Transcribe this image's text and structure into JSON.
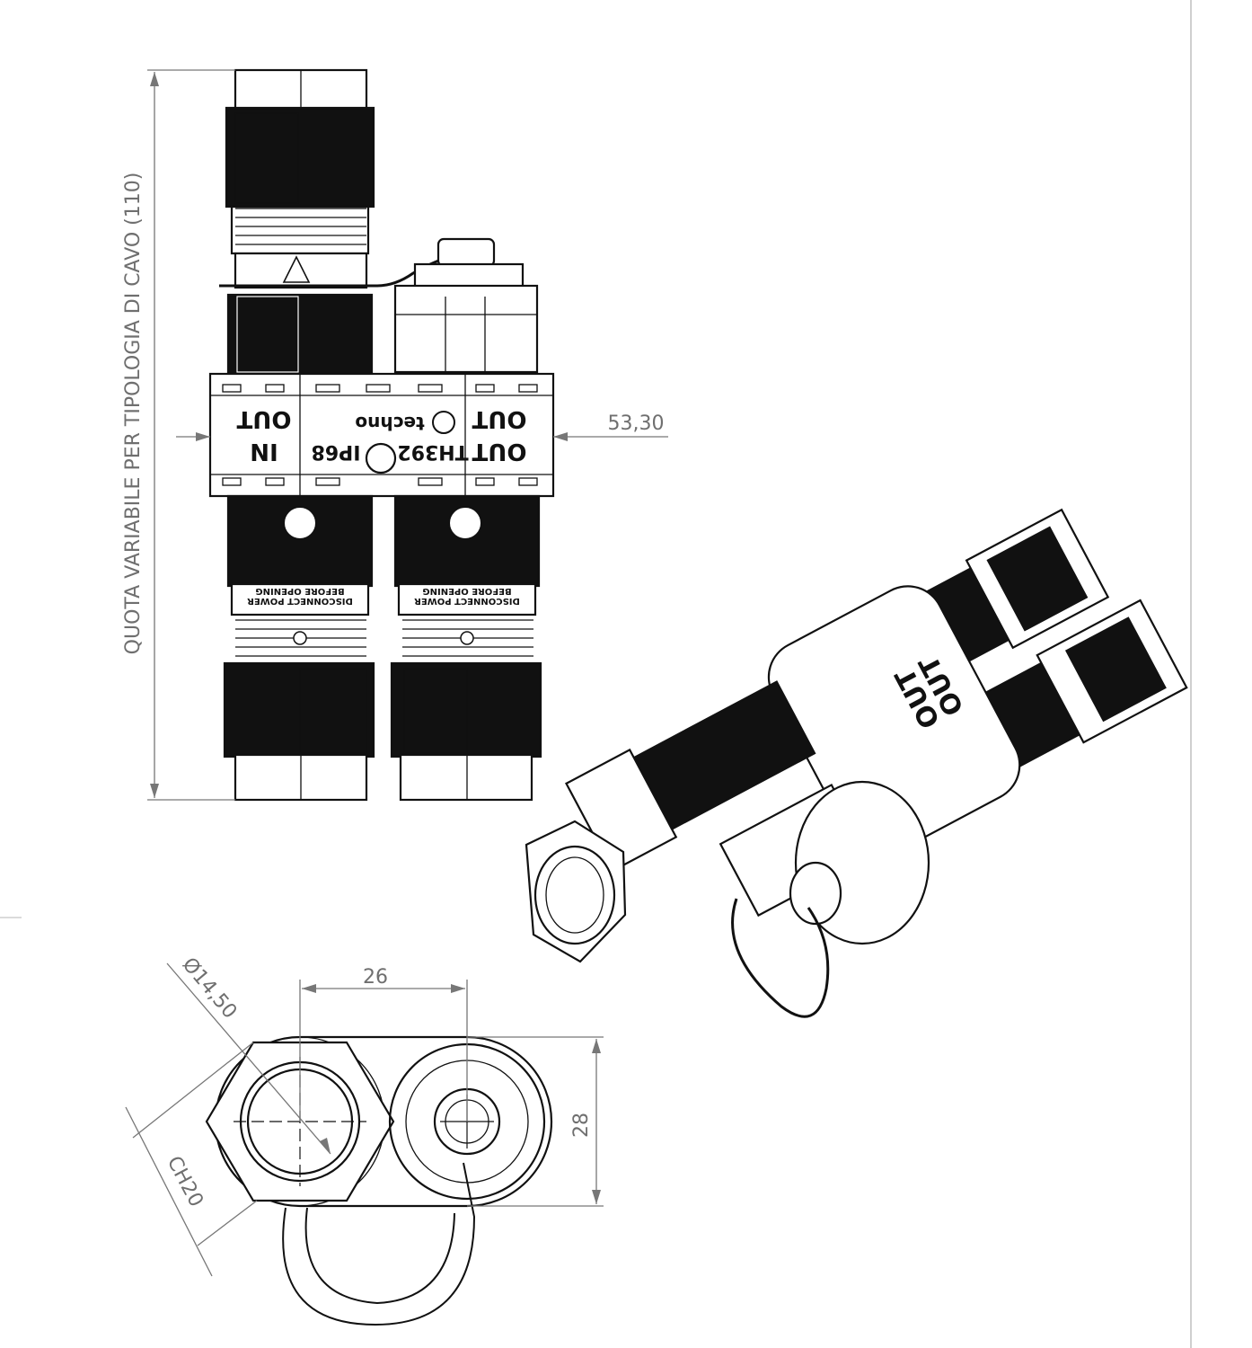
{
  "dimensions": {
    "height_note": "QUOTA VARIABILE PER TIPOLOGIA DI CAVO (110)",
    "width_body": "53,30",
    "spacing": "26",
    "diameter": "Ø14,50",
    "height_end": "28",
    "hex_size": "CH20"
  },
  "body_markings": {
    "port_left_top": "OUT",
    "port_left_bottom": "IN",
    "port_right_top": "OUT",
    "port_right_bottom": "OUT",
    "brand": "techno",
    "model": "TH392",
    "rating": "IP68",
    "warning_line1": "DISCONNECT POWER",
    "warning_line2": "BEFORE OPENING"
  },
  "iso_markings": {
    "out_1": "OUT",
    "out_2": "OUT"
  },
  "colors": {
    "ink": "#111111",
    "dimension": "#777777"
  }
}
